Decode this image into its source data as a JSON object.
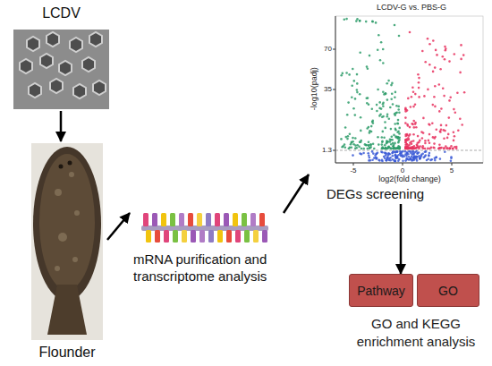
{
  "diagram": {
    "nodes": [
      {
        "text": [
          "LCDV"
        ]
      },
      {
        "text": [
          "Flounder"
        ]
      },
      {
        "text": [
          "mRNA purification and transcriptome analysis"
        ]
      },
      {
        "text": [
          "DEGs screening"
        ]
      },
      {
        "text": [
          "Pathway"
        ]
      },
      {
        "text": [
          "GO"
        ]
      }
    ],
    "edges": [
      {
        "from": 0,
        "to": 1,
        "arrow": "to"
      },
      {
        "from": 1,
        "to": 2,
        "arrow": "to"
      },
      {
        "from": 2,
        "to": 3,
        "arrow": "to"
      },
      {
        "from": 3,
        "to": 4,
        "arrow": "to"
      }
    ],
    "labels": [
      "LCDV-G vs. PBS-G",
      "70",
      "35",
      "1.3",
      "-5",
      "0",
      "5",
      "log2(fold change)",
      "-log10(padj)",
      "GO and KEGG enrichment analysis"
    ]
  }
}
